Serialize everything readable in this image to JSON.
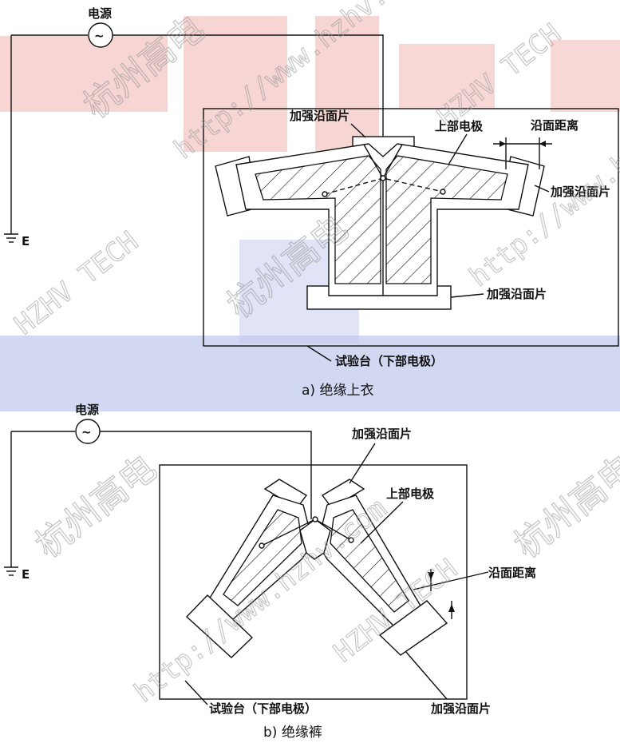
{
  "watermark": {
    "brand_text": "杭州高电",
    "url_text": "http://www.hzhv.com",
    "tech_text": "HZHV TECH",
    "colors": {
      "red": "#f3c7c4",
      "blue": "#c3c9ee"
    }
  },
  "diagram_a": {
    "power_label": "电源",
    "ground_label": "E",
    "reinforce_top_label": "加强沿面片",
    "upper_electrode_label": "上部电极",
    "creepage_label": "沿面距离",
    "reinforce_right_label": "加强沿面片",
    "reinforce_bottom_label": "加强沿面片",
    "test_bench_label": "试验台（下部电极）",
    "caption": "a) 绝缘上衣"
  },
  "diagram_b": {
    "power_label": "电源",
    "ground_label": "E",
    "reinforce_top_label": "加强沿面片",
    "upper_electrode_label": "上部电极",
    "creepage_label": "沿面距离",
    "test_bench_label": "试验台（下部电极）",
    "reinforce_bottom_label": "加强沿面片",
    "caption": "b) 绝缘裤"
  }
}
